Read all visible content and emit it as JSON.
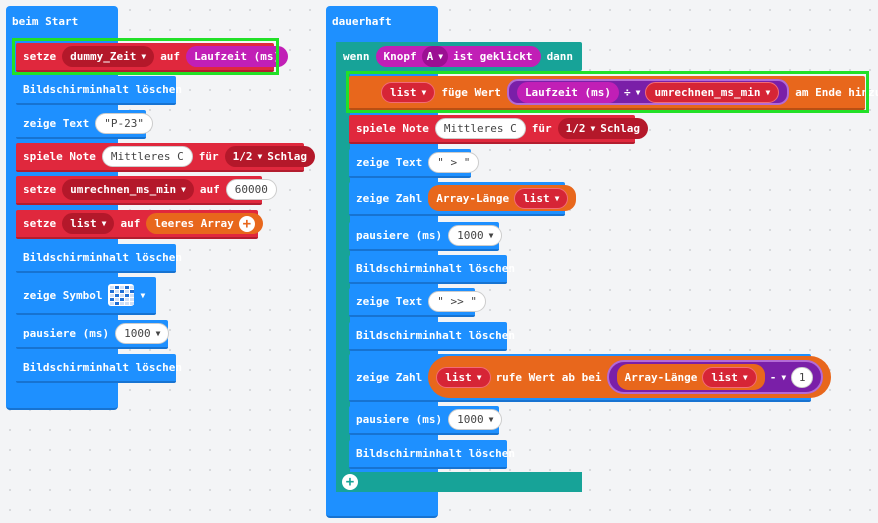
{
  "start": {
    "hat": "beim Start",
    "b1": {
      "setze": "setze",
      "var": "dummy_Zeit",
      "auf": "auf",
      "value": "Laufzeit (ms)"
    },
    "b2": "Bildschirminhalt löschen",
    "b3": {
      "label": "zeige Text",
      "value": "\"P-23\""
    },
    "b4": {
      "label": "spiele Note",
      "note": "Mittleres C",
      "fuer": "für",
      "beat": "1/2",
      "schlag": "Schlag"
    },
    "b5": {
      "setze": "setze",
      "var": "umrechnen_ms_min",
      "auf": "auf",
      "value": "60000"
    },
    "b6": {
      "setze": "setze",
      "var": "list",
      "auf": "auf",
      "value": "leeres Array"
    },
    "b7": "Bildschirminhalt löschen",
    "b8": {
      "label": "zeige Symbol"
    },
    "b9": {
      "label": "pausiere (ms)",
      "value": "1000"
    },
    "b10": "Bildschirminhalt löschen"
  },
  "forever": {
    "hat": "dauerhaft",
    "if": {
      "wenn": "wenn",
      "knopf": "Knopf",
      "btn": "A",
      "clicked": "ist geklickt",
      "dann": "dann"
    },
    "c1": {
      "list": "list",
      "verb": "füge Wert",
      "laufzeit": "Laufzeit (ms)",
      "op": "÷",
      "var": "umrechnen_ms_min",
      "end": "am Ende hinzu"
    },
    "c2": {
      "label": "spiele Note",
      "note": "Mittleres C",
      "fuer": "für",
      "beat": "1/2",
      "schlag": "Schlag"
    },
    "c3": {
      "label": "zeige Text",
      "value": "\" > \""
    },
    "c4": {
      "label": "zeige Zahl",
      "fn": "Array-Länge",
      "list": "list"
    },
    "c5": {
      "label": "pausiere (ms)",
      "value": "1000"
    },
    "c6": "Bildschirminhalt löschen",
    "c7": {
      "label": "zeige Text",
      "value": "\" >> \""
    },
    "c8": "Bildschirminhalt löschen",
    "c9": {
      "label": "zeige Zahl",
      "list": "list",
      "verb": "rufe Wert ab bei",
      "fn": "Array-Länge",
      "list2": "list",
      "op": "-",
      "num": "1"
    },
    "c10": {
      "label": "pausiere (ms)",
      "value": "1000"
    },
    "c11": "Bildschirminhalt löschen"
  },
  "colors": {
    "loops": "#1e90ff",
    "variables": "#e0283d",
    "arrays": "#e8671c",
    "logic": "#17a398",
    "math": "#7a1fa8",
    "input": "#c11fb6",
    "highlight": "#22e027"
  },
  "icons": {
    "dropdown": "triangle-down",
    "add": "plus-circle"
  }
}
